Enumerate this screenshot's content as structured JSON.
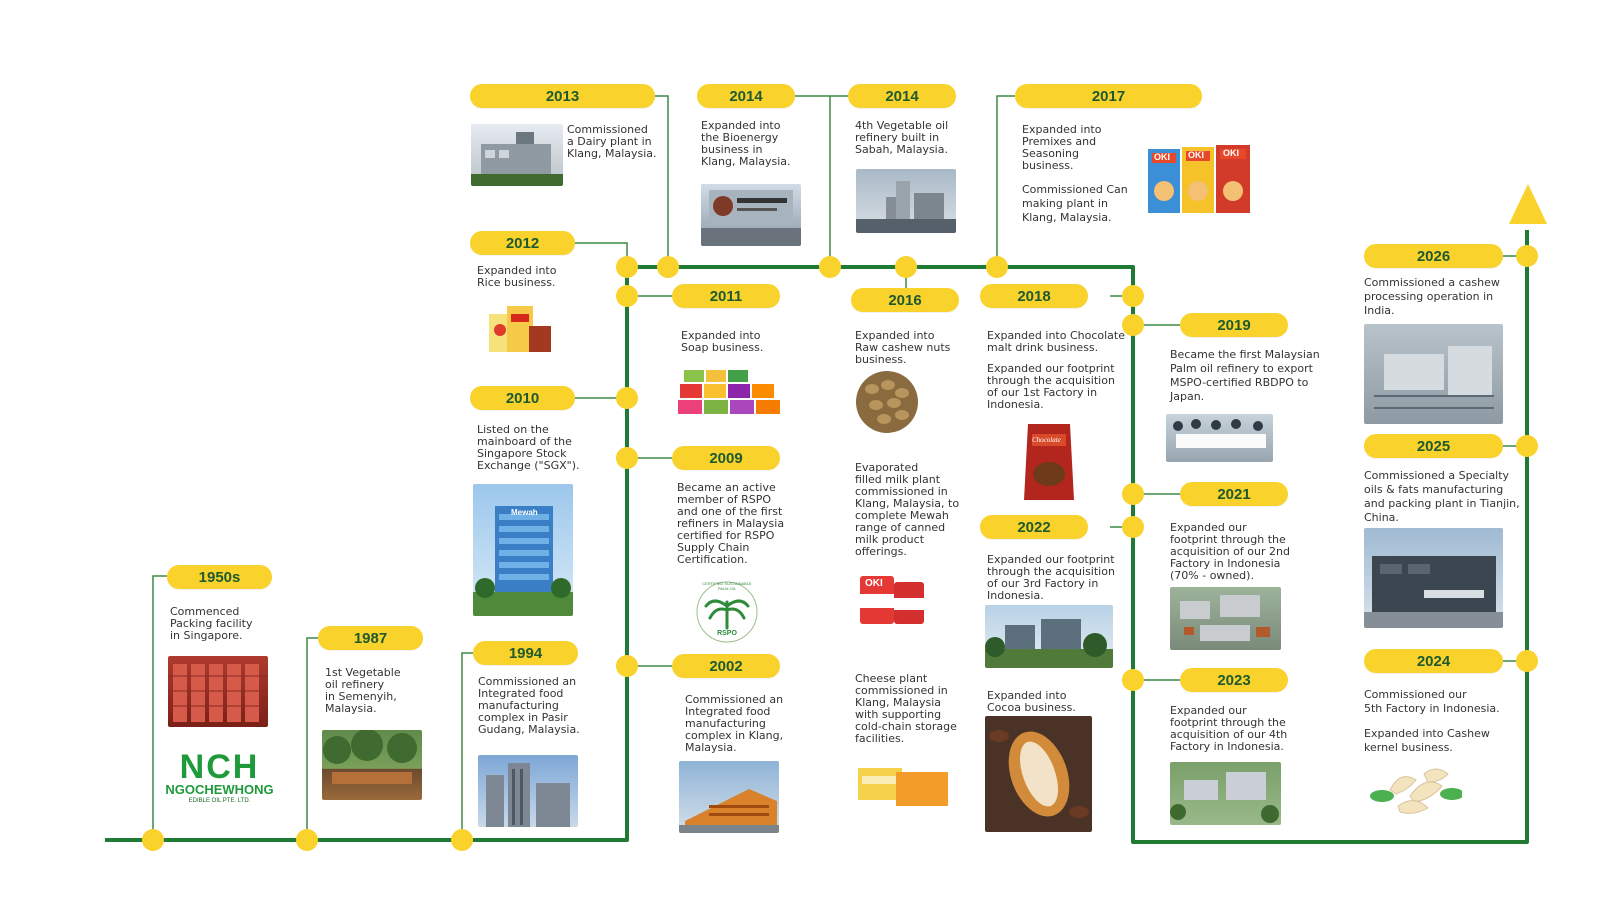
{
  "colors": {
    "line": "#1f7a33",
    "node": "#f9d22b",
    "pill": "#f9d22b",
    "year_text": "#1f5a2e"
  },
  "milestones": {
    "y1950s": {
      "year": "1950s",
      "text": "Commenced\nPacking facility\nin Singapore."
    },
    "y1987": {
      "year": "1987",
      "text": "1st Vegetable\noil refinery\nin Semenyih,\nMalaysia."
    },
    "y1994": {
      "year": "1994",
      "text": "Commissioned an\nIntegrated food\nmanufacturing\ncomplex in Pasir\nGudang, Malaysia."
    },
    "y2010": {
      "year": "2010",
      "text": "Listed on the\nmainboard of the\nSingapore Stock\nExchange (\"SGX\")."
    },
    "y2012": {
      "year": "2012",
      "text": "Expanded into\nRice business."
    },
    "y2013": {
      "year": "2013",
      "text": "Commissioned\na Dairy plant in\nKlang, Malaysia."
    },
    "y2014a": {
      "year": "2014",
      "text": "Expanded into\nthe Bioenergy\nbusiness in\nKlang, Malaysia."
    },
    "y2014b": {
      "year": "2014",
      "text": "4th Vegetable oil\nrefinery built in\nSabah, Malaysia."
    },
    "y2017": {
      "year": "2017",
      "text": "Expanded into\nPremixes and\nSeasoning\nbusiness.",
      "text2": "Commissioned Can\nmaking plant in\nKlang, Malaysia."
    },
    "y2011": {
      "year": "2011",
      "text": "Expanded into\nSoap business."
    },
    "y2009": {
      "year": "2009",
      "text": "Became an active\nmember of RSPO\nand one of the first\nrefiners in Malaysia\ncertified for RSPO\nSupply Chain\nCertification."
    },
    "y2002": {
      "year": "2002",
      "text": "Commissioned an\nIntegrated food\nmanufacturing\ncomplex in Klang,\nMalaysia."
    },
    "y2016": {
      "year": "2016",
      "text": "Expanded into\nRaw cashew nuts\nbusiness.",
      "text2": "Evaporated\nfilled milk plant\ncommissioned in\nKlang, Malaysia, to\ncomplete Mewah\nrange of canned\nmilk product\nofferings.",
      "text3": "Cheese plant\ncommissioned in\nKlang, Malaysia\nwith supporting\ncold-chain storage\nfacilities."
    },
    "y2018": {
      "year": "2018",
      "text": "Expanded into Chocolate\nmalt drink business.",
      "text2": "Expanded our footprint\nthrough the acquisition\nof our 1st Factory in\nIndonesia."
    },
    "y2022": {
      "year": "2022",
      "text": "Expanded our footprint\nthrough the acquisition\nof our 3rd Factory in\nIndonesia.",
      "text2": "Expanded into\nCocoa business."
    },
    "y2019": {
      "year": "2019",
      "text": "Became the first Malaysian\nPalm oil refinery to export\nMSPO-certified RBDPO to\nJapan."
    },
    "y2021": {
      "year": "2021",
      "text": "Expanded our\nfootprint through the\nacquisition of our 2nd\nFactory in Indonesia\n(70% - owned)."
    },
    "y2023": {
      "year": "2023",
      "text": "Expanded our\nfootprint through the\nacquisition of our 4th\nFactory in Indonesia."
    },
    "y2026": {
      "year": "2026",
      "text": "Commissioned a cashew\nprocessing operation in\nIndia."
    },
    "y2025": {
      "year": "2025",
      "text": "Commissioned a Specialty\noils & fats manufacturing\nand packing plant in Tianjin,\nChina."
    },
    "y2024": {
      "year": "2024",
      "text": "Commissioned our\n5th Factory in Indonesia.",
      "text2": "Expanded into Cashew\nkernel business."
    }
  },
  "logo": {
    "name": "NCH",
    "line2": "NGOCHEWHONG",
    "line3": "EDIBLE OIL PTE. LTD."
  },
  "packaging": {
    "brand": "OKI",
    "mewah_sign": "Mewah",
    "rspo": "RSPO",
    "rspo_ring": "CERTIFIED SUSTAINABLE PALM OIL",
    "choc": "Chocolate"
  }
}
